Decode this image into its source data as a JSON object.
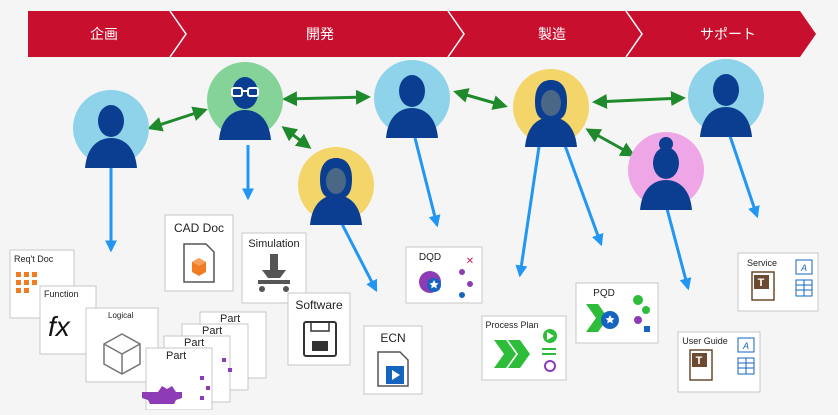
{
  "phases": [
    "企画",
    "開発",
    "製造",
    "サポート"
  ],
  "colors": {
    "banner": "#c8102e",
    "banner_text": "#ffffff",
    "avatar_blue": "#8fd3ea",
    "avatar_green": "#86d39a",
    "avatar_yellow": "#f3d56a",
    "avatar_pink": "#efa6e6",
    "person_fill": "#0b3d91",
    "relation_arrow": "#1f8a2b",
    "handoff_arrow": "#2196f3",
    "card_border": "#c7c7c7",
    "icon_orange": "#f07d25",
    "icon_green": "#2ebd3a",
    "icon_purple": "#8e3bb6",
    "icon_blue": "#1565c0",
    "icon_brown": "#6b4a2f"
  },
  "people": [
    {
      "role": "planner",
      "color": "blue"
    },
    {
      "role": "engineer",
      "color": "green"
    },
    {
      "role": "designer",
      "color": "yellow"
    },
    {
      "role": "quality",
      "color": "blue"
    },
    {
      "role": "manufacturing",
      "color": "yellow"
    },
    {
      "role": "support",
      "color": "pink"
    },
    {
      "role": "service",
      "color": "blue"
    }
  ],
  "documents": {
    "reqt_doc": "Req't Doc",
    "function": "Function",
    "logical": "Logical",
    "part": "Part",
    "cad_doc": "CAD Doc",
    "simulation": "Simulation",
    "software": "Software",
    "ecn": "ECN",
    "dqd": "DQD",
    "process_plan": "Process Plan",
    "pqd": "PQD",
    "service": "Service",
    "user_guide": "User Guide",
    "fx_symbol": "fx",
    "t_letter": "T",
    "a_letter": "A"
  }
}
